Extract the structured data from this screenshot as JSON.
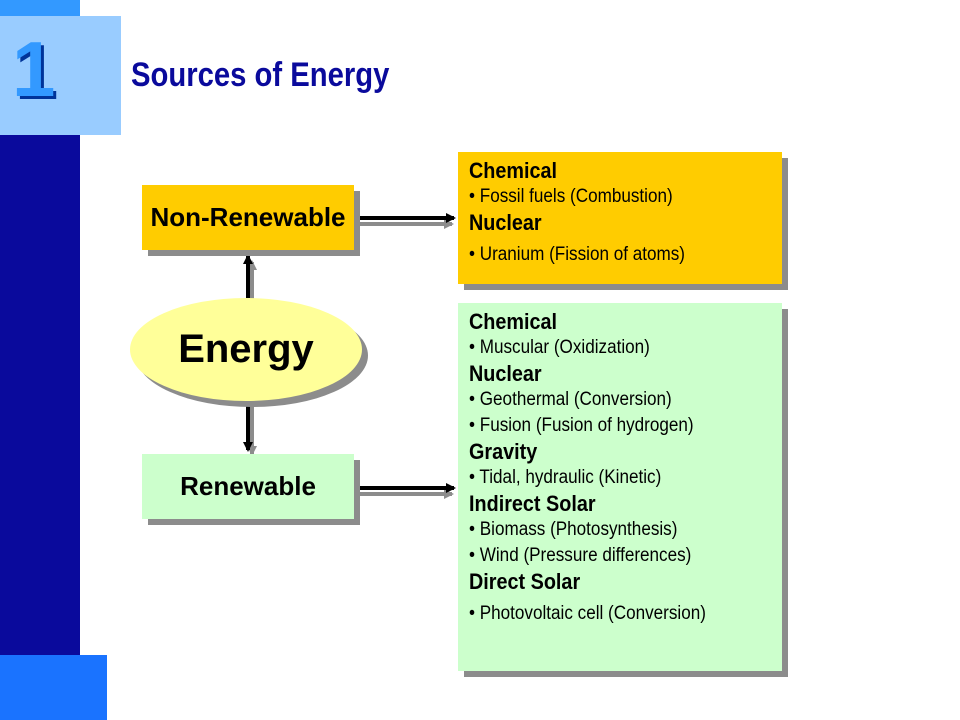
{
  "slide_number": "1",
  "title": "Sources of Energy",
  "nodes": {
    "energy": "Energy",
    "non_renewable": "Non-Renewable",
    "renewable": "Renewable"
  },
  "non_renewable_sources": [
    {
      "category": "Chemical",
      "items": [
        "Fossil fuels (Combustion)"
      ]
    },
    {
      "category": "Nuclear",
      "items": [
        "Uranium (Fission of atoms)"
      ]
    }
  ],
  "renewable_sources": [
    {
      "category": "Chemical",
      "items": [
        "Muscular (Oxidization)"
      ]
    },
    {
      "category": "Nuclear",
      "items": [
        "Geothermal (Conversion)",
        "Fusion (Fusion of hydrogen)"
      ]
    },
    {
      "category": "Gravity",
      "items": [
        "Tidal, hydraulic (Kinetic)"
      ]
    },
    {
      "category": "Indirect Solar",
      "items": [
        "Biomass (Photosynthesis)",
        "Wind (Pressure differences)"
      ]
    },
    {
      "category": "Direct Solar",
      "items": [
        "Photovoltaic cell (Conversion)"
      ]
    }
  ],
  "bullet": "•",
  "colors": {
    "sidebar": "#0a0a9c",
    "number_box": "#99ccff",
    "number": "#3399ff",
    "non_renewable": "#ffcc00",
    "renewable": "#ccffcc",
    "energy": "#ffff99",
    "shadow": "#8c8c8c"
  }
}
